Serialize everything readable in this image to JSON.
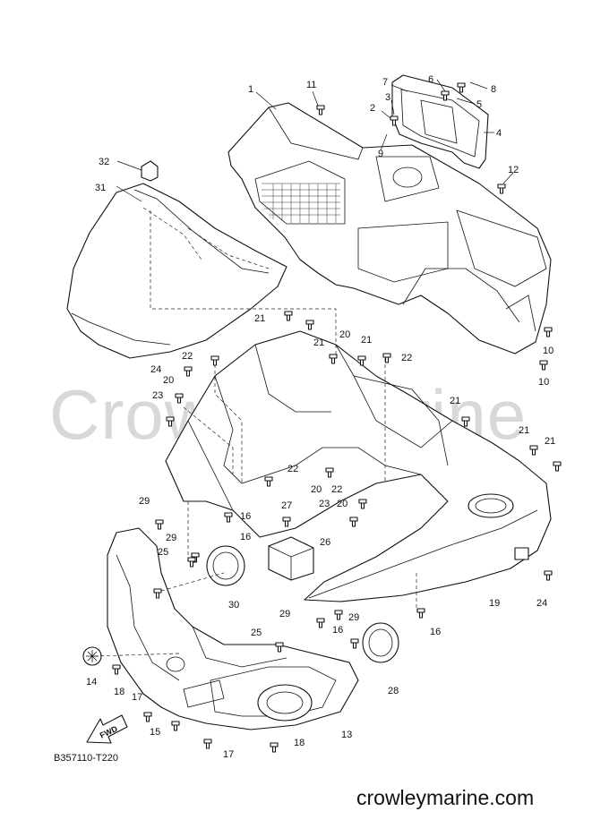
{
  "watermark": "CrowleyMarine",
  "site": "crowleymarine.com",
  "diagram_code": "B357110-T220",
  "fwd_label": "FWD",
  "callouts": [
    {
      "id": "1",
      "label": "1"
    },
    {
      "id": "2",
      "label": "2"
    },
    {
      "id": "3",
      "label": "3"
    },
    {
      "id": "4",
      "label": "4"
    },
    {
      "id": "5",
      "label": "5"
    },
    {
      "id": "6",
      "label": "6"
    },
    {
      "id": "7",
      "label": "7"
    },
    {
      "id": "8",
      "label": "8"
    },
    {
      "id": "9",
      "label": "9"
    },
    {
      "id": "10a",
      "label": "10"
    },
    {
      "id": "10b",
      "label": "10"
    },
    {
      "id": "11",
      "label": "11"
    },
    {
      "id": "12",
      "label": "12"
    },
    {
      "id": "13",
      "label": "13"
    },
    {
      "id": "14",
      "label": "14"
    },
    {
      "id": "15",
      "label": "15"
    },
    {
      "id": "16a",
      "label": "16"
    },
    {
      "id": "16b",
      "label": "16"
    },
    {
      "id": "16c",
      "label": "16"
    },
    {
      "id": "16d",
      "label": "16"
    },
    {
      "id": "17a",
      "label": "17"
    },
    {
      "id": "17b",
      "label": "17"
    },
    {
      "id": "18a",
      "label": "18"
    },
    {
      "id": "18b",
      "label": "18"
    },
    {
      "id": "19",
      "label": "19"
    },
    {
      "id": "20a",
      "label": "20"
    },
    {
      "id": "20b",
      "label": "20"
    },
    {
      "id": "20c",
      "label": "20"
    },
    {
      "id": "20d",
      "label": "20"
    },
    {
      "id": "21a",
      "label": "21"
    },
    {
      "id": "21b",
      "label": "21"
    },
    {
      "id": "21c",
      "label": "21"
    },
    {
      "id": "21d",
      "label": "21"
    },
    {
      "id": "21e",
      "label": "21"
    },
    {
      "id": "21f",
      "label": "21"
    },
    {
      "id": "22a",
      "label": "22"
    },
    {
      "id": "22b",
      "label": "22"
    },
    {
      "id": "22c",
      "label": "22"
    },
    {
      "id": "22d",
      "label": "22"
    },
    {
      "id": "23a",
      "label": "23"
    },
    {
      "id": "23b",
      "label": "23"
    },
    {
      "id": "24a",
      "label": "24"
    },
    {
      "id": "24b",
      "label": "24"
    },
    {
      "id": "25a",
      "label": "25"
    },
    {
      "id": "25b",
      "label": "25"
    },
    {
      "id": "26",
      "label": "26"
    },
    {
      "id": "27",
      "label": "27"
    },
    {
      "id": "28",
      "label": "28"
    },
    {
      "id": "29a",
      "label": "29"
    },
    {
      "id": "29b",
      "label": "29"
    },
    {
      "id": "29c",
      "label": "29"
    },
    {
      "id": "29d",
      "label": "29"
    },
    {
      "id": "30",
      "label": "30"
    },
    {
      "id": "31",
      "label": "31"
    },
    {
      "id": "32",
      "label": "32"
    }
  ]
}
